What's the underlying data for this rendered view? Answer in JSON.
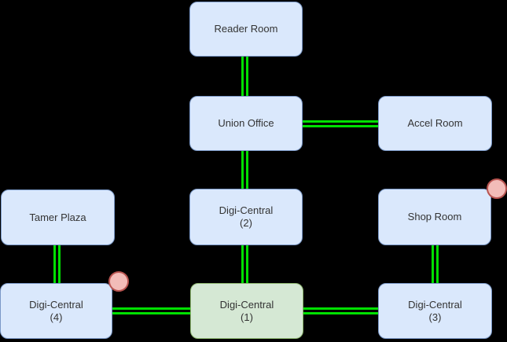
{
  "diagram": {
    "background": "#000000",
    "colors": {
      "node_blue_fill": "#dae8fc",
      "node_blue_border": "#7a98c7",
      "node_green_fill": "#d5e8d4",
      "node_green_border": "#8db76f",
      "link_green": "#00e000",
      "marker_fill": "#f2bcb8",
      "marker_border": "#b85450"
    }
  },
  "nodes": [
    {
      "id": "reader-room",
      "label": "Reader Room",
      "sub": "",
      "style": "blue"
    },
    {
      "id": "union-office",
      "label": "Union Office",
      "sub": "",
      "style": "blue"
    },
    {
      "id": "accel-room",
      "label": "Accel Room",
      "sub": "",
      "style": "blue"
    },
    {
      "id": "tamer-plaza",
      "label": "Tamer Plaza",
      "sub": "",
      "style": "blue"
    },
    {
      "id": "digi-central-2",
      "label": "Digi-Central",
      "sub": "(2)",
      "style": "blue"
    },
    {
      "id": "shop-room",
      "label": "Shop Room",
      "sub": "",
      "style": "blue"
    },
    {
      "id": "digi-central-4",
      "label": "Digi-Central",
      "sub": "(4)",
      "style": "blue"
    },
    {
      "id": "digi-central-1",
      "label": "Digi-Central",
      "sub": "(1)",
      "style": "green"
    },
    {
      "id": "digi-central-3",
      "label": "Digi-Central",
      "sub": "(3)",
      "style": "blue"
    }
  ],
  "edges": [
    {
      "from": "reader-room",
      "to": "union-office",
      "style": "double-green",
      "orientation": "vertical"
    },
    {
      "from": "union-office",
      "to": "accel-room",
      "style": "double-green",
      "orientation": "horizontal"
    },
    {
      "from": "union-office",
      "to": "digi-central-2",
      "style": "double-green",
      "orientation": "vertical"
    },
    {
      "from": "digi-central-2",
      "to": "digi-central-1",
      "style": "double-green",
      "orientation": "vertical"
    },
    {
      "from": "tamer-plaza",
      "to": "digi-central-4",
      "style": "double-green",
      "orientation": "vertical"
    },
    {
      "from": "shop-room",
      "to": "digi-central-3",
      "style": "double-green",
      "orientation": "vertical"
    },
    {
      "from": "digi-central-4",
      "to": "digi-central-1",
      "style": "double-green",
      "orientation": "horizontal"
    },
    {
      "from": "digi-central-1",
      "to": "digi-central-3",
      "style": "double-green",
      "orientation": "horizontal"
    }
  ],
  "markers": [
    {
      "on": "digi-central-4",
      "position": "top-right",
      "shape": "circle"
    },
    {
      "on": "shop-room",
      "position": "top-right",
      "shape": "circle"
    }
  ]
}
